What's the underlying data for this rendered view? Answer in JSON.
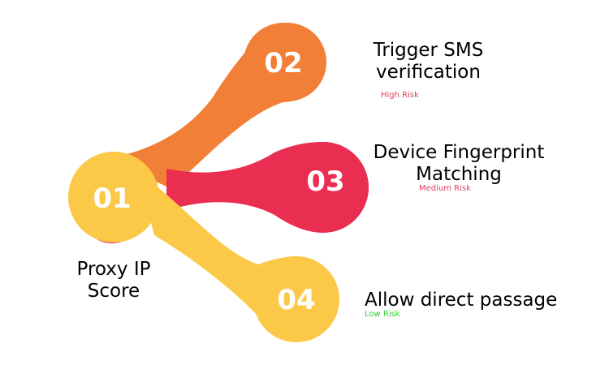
{
  "colors": {
    "orange": "#F27F37",
    "crimson": "#EA2E51",
    "yellow": "#FCC847",
    "high_risk": "#E53D5B",
    "medium_risk": "#E53D5B",
    "low_risk": "#33CC33",
    "number_text": "#FFFFFF"
  },
  "nodes": {
    "n01": {
      "number": "01",
      "label_lines": [
        "Proxy IP",
        "Score"
      ]
    },
    "n02": {
      "number": "02",
      "label_lines": [
        "Trigger SMS",
        "verification"
      ],
      "risk": "High Risk"
    },
    "n03": {
      "number": "03",
      "label_lines": [
        "Device Fingerprint",
        "Matching"
      ],
      "risk": "Medium Risk"
    },
    "n04": {
      "number": "04",
      "label_lines": [
        "Allow direct passage"
      ],
      "risk": "Low Risk"
    }
  }
}
